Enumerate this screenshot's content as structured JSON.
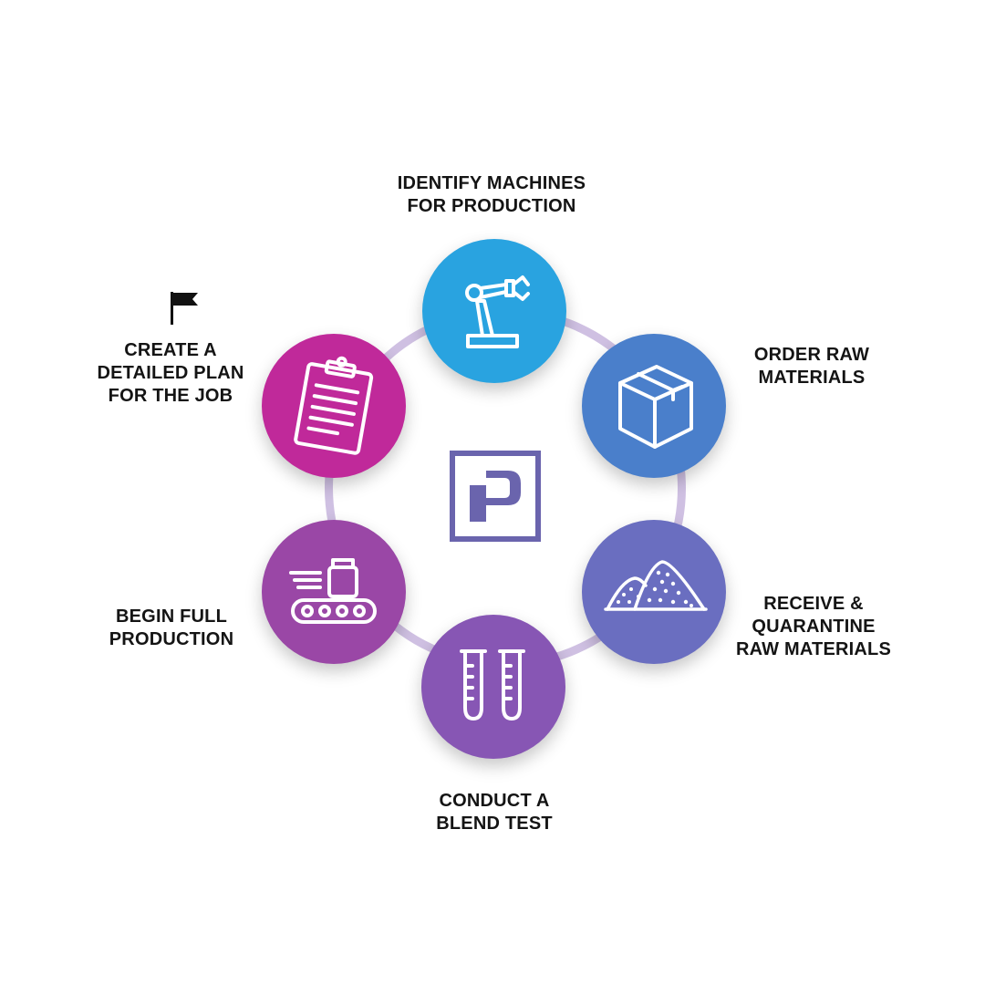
{
  "steps": [
    {
      "id": "identify",
      "lines": [
        "IDENTIFY MACHINES",
        "FOR PRODUCTION"
      ],
      "icon": "robot-arm-icon",
      "color": "#29a3e0"
    },
    {
      "id": "order",
      "lines": [
        "ORDER RAW",
        "MATERIALS"
      ],
      "icon": "box-icon",
      "color": "#4a7fcb"
    },
    {
      "id": "receive",
      "lines": [
        "RECEIVE &",
        "QUARANTINE",
        "RAW MATERIALS"
      ],
      "icon": "powder-pile-icon",
      "color": "#6a6ec0"
    },
    {
      "id": "blend",
      "lines": [
        "CONDUCT A",
        "BLEND TEST"
      ],
      "icon": "test-tubes-icon",
      "color": "#8756b4"
    },
    {
      "id": "production",
      "lines": [
        "BEGIN FULL",
        "PRODUCTION"
      ],
      "icon": "conveyor-belt-icon",
      "color": "#9a47a6"
    },
    {
      "id": "plan",
      "lines": [
        "CREATE A",
        "DETAILED PLAN",
        "FOR THE JOB"
      ],
      "icon": "clipboard-icon",
      "color": "#c0299a"
    }
  ],
  "center_logo": {
    "icon": "p-logo-icon",
    "color": "#6a64ad"
  },
  "start_marker": {
    "icon": "flag-icon",
    "color": "#111111"
  },
  "ring_color": "#cfc0e2"
}
